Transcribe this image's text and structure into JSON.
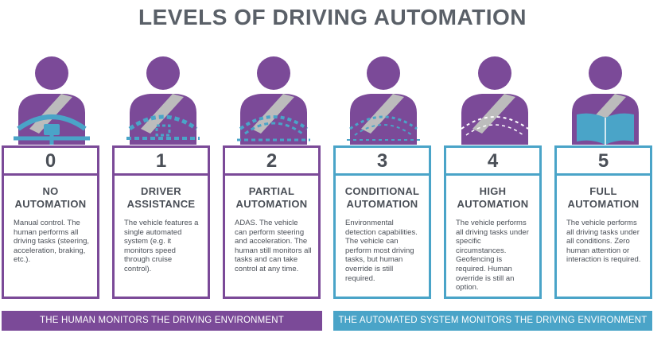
{
  "title": "LEVELS OF DRIVING AUTOMATION",
  "colors": {
    "purple": "#7b4a98",
    "blue": "#4aa4c8",
    "belt": "#bcbcbc",
    "text": "#4a4f57"
  },
  "levels": [
    {
      "number": "0",
      "name_line1": "NO",
      "name_line2": "AUTOMATION",
      "description": "Manual control. The human performs all driving tasks (steering, acceleration, braking, etc.).",
      "group": "human",
      "icon": "solid-steering-wheel-icon"
    },
    {
      "number": "1",
      "name_line1": "DRIVER",
      "name_line2": "ASSISTANCE",
      "description": "The vehicle features a single automated system (e.g. it monitors speed through cruise control).",
      "group": "human",
      "icon": "dashed-steering-wheel-icon"
    },
    {
      "number": "2",
      "name_line1": "PARTIAL",
      "name_line2": "AUTOMATION",
      "description": "ADAS. The vehicle can perform steering and acceleration. The human still monitors all tasks and can take control at any time.",
      "group": "human",
      "icon": "dashed-steering-wheel-icon"
    },
    {
      "number": "3",
      "name_line1": "CONDITIONAL",
      "name_line2": "AUTOMATION",
      "description": "Environmental detection capabilities. The vehicle can perform most driving tasks, but human override is still required.",
      "group": "system",
      "icon": "dashed-steering-wheel-icon"
    },
    {
      "number": "4",
      "name_line1": "HIGH",
      "name_line2": "AUTOMATION",
      "description": "The vehicle performs all driving tasks under specific circumstances. Geofencing is required. Human override is still an option.",
      "group": "system",
      "icon": "faint-steering-wheel-icon"
    },
    {
      "number": "5",
      "name_line1": "FULL",
      "name_line2": "AUTOMATION",
      "description": "The vehicle performs all driving tasks under all conditions. Zero human attention or interaction is required.",
      "group": "system",
      "icon": "book-icon"
    }
  ],
  "bands": {
    "human": "THE HUMAN MONITORS THE DRIVING ENVIRONMENT",
    "system": "THE AUTOMATED SYSTEM MONITORS THE DRIVING ENVIRONMENT"
  }
}
